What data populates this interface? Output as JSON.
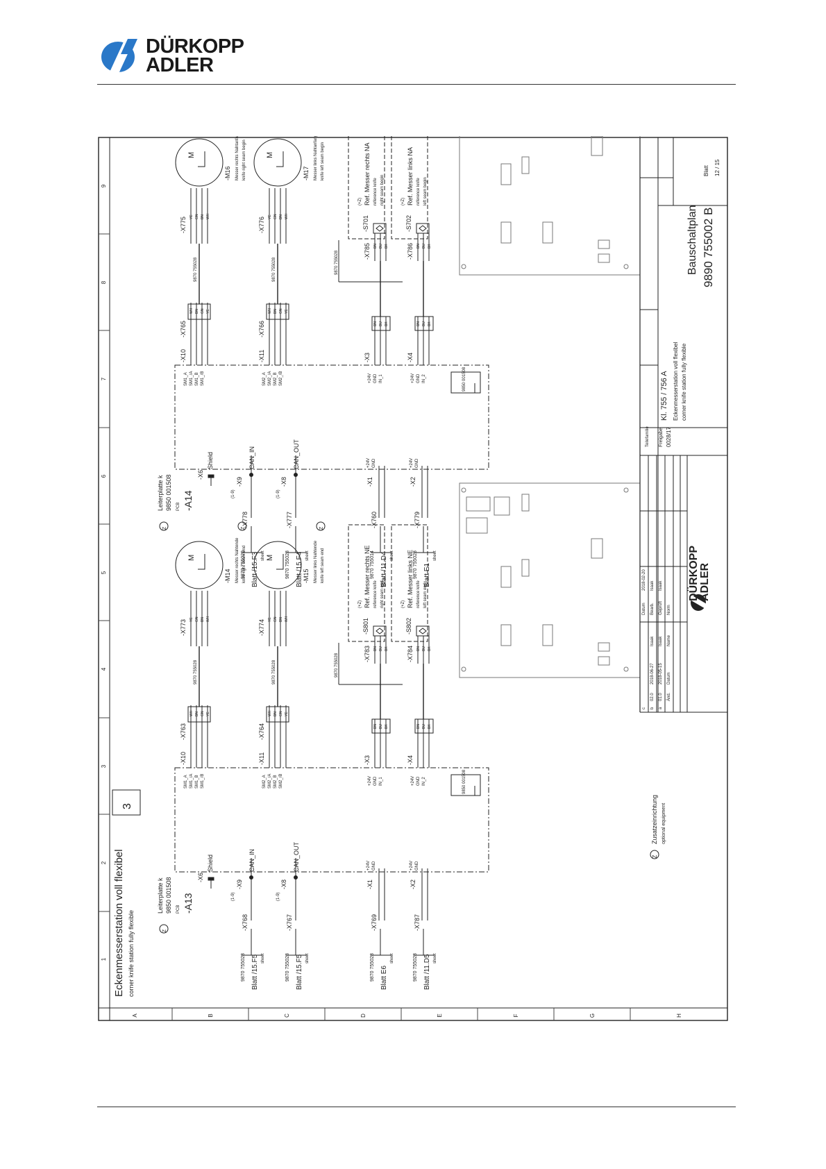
{
  "brand": {
    "line1": "DÜRKOPP",
    "line2": "ADLER",
    "color": "#2a78c8"
  },
  "drawing": {
    "title_de": "Eckenmesserstation voll flexibel",
    "title_en": "corner knife station fully flexible",
    "section_number": "3",
    "col_labels": [
      "1",
      "2",
      "3",
      "4",
      "5",
      "6",
      "7",
      "8",
      "9"
    ],
    "row_labels": [
      "A",
      "B",
      "C",
      "D",
      "E",
      "F",
      "G",
      "H"
    ],
    "boards": [
      {
        "name": "-A13",
        "pcb": "PCB",
        "type": "Leiterplatte k",
        "part": "9850 001508",
        "plug_part": "9850 001508"
      },
      {
        "name": "-A14",
        "pcb": "PCB",
        "type": "Leiterplatte k",
        "part": "9850 001508",
        "plug_part": "9850 001508"
      }
    ],
    "motors": [
      {
        "id": "-M14",
        "desc_de": "Messer rechts Nahtende",
        "desc_en": "knife right seam end",
        "cable": "-X773",
        "conn": "-X763",
        "pcb_conn": "-X10",
        "signals": [
          "SM1_A",
          "SM1_/A",
          "SM1_B",
          "SM1_/B"
        ]
      },
      {
        "id": "-M15",
        "desc_de": "Messer links Nahtende",
        "desc_en": "knife left seam end",
        "cable": "-X774",
        "conn": "-X764",
        "pcb_conn": "-X11",
        "signals": [
          "SM2_A",
          "SM2_/A",
          "SM2_B",
          "SM2_/B"
        ]
      },
      {
        "id": "-M16",
        "desc_de": "Messer rechts Nahtanfang",
        "desc_en": "knife right seam begin",
        "cable": "-X775",
        "conn": "-X765",
        "pcb_conn": "-X10",
        "signals": [
          "SM1_A",
          "SM1_/A",
          "SM1_B",
          "SM1_/B"
        ]
      },
      {
        "id": "-M17",
        "desc_de": "Messer links Nahtanfang",
        "desc_en": "knife left seam begin",
        "cable": "-X776",
        "conn": "-X766",
        "pcb_conn": "-X11",
        "signals": [
          "SM2_A",
          "SM2_/A",
          "SM2_B",
          "SM2_/B"
        ]
      }
    ],
    "wire_colors": [
      "YE",
      "GN",
      "BN",
      "WH"
    ],
    "cable_part": "9870 755028",
    "sensors": [
      {
        "id": "-S801",
        "ref": "Ref. Messer rechts NE",
        "desc1": "reference knife",
        "desc2": "right seam end",
        "conn": "-X783",
        "pcb_conn": "-X3",
        "signals": [
          "+24V",
          "GND",
          "IN_1"
        ],
        "wires": [
          "BN",
          "BU",
          "BK"
        ]
      },
      {
        "id": "-S802",
        "ref": "Ref. Messer links NE",
        "desc1": "reference knife",
        "desc2": "left seam end",
        "conn": "-X784",
        "pcb_conn": "-X4",
        "signals": [
          "+24V",
          "GND",
          "IN_2"
        ],
        "wires": [
          "BN",
          "BU",
          "BK"
        ]
      },
      {
        "id": "-S701",
        "ref": "Ref. Messer rechts NA",
        "desc1": "reference knife",
        "desc2": "right seam begin",
        "conn": "-X785",
        "pcb_conn": "-X3",
        "signals": [
          "+24V",
          "GND",
          "IN_1"
        ],
        "wires": [
          "BN",
          "BU",
          "BK"
        ]
      },
      {
        "id": "-S702",
        "ref": "Ref. Messer links NA",
        "desc1": "reference knife",
        "desc2": "left seam begin",
        "conn": "-X786",
        "pcb_conn": "-X4",
        "signals": [
          "+24V",
          "GND",
          "IN_2"
        ],
        "wires": [
          "BN",
          "BU",
          "BK"
        ]
      }
    ],
    "sensor_tag": "(+Z)",
    "left_signals": {
      "shield": "Shield",
      "x6": "-X6",
      "x9": "-X9",
      "x8": "-X8",
      "can_in": "CAN_IN",
      "can_out": "CAN_OUT",
      "x1": "-X1",
      "x2": "-X2",
      "pin_label": "(1-9)",
      "sup": "+24V",
      "gnd": "GND",
      "sheet": "sheet"
    },
    "refs_a13": [
      {
        "conn": "-X768",
        "blatt": "Blatt /15.F5",
        "cable": "9870 755028"
      },
      {
        "conn": "-X767",
        "blatt": "Blatt /15.F5",
        "cable": "9870 755028"
      },
      {
        "conn": "-X769",
        "blatt": "Blatt E6",
        "cable": "9870 755028"
      },
      {
        "conn": "-X787",
        "blatt": "Blatt /11.D5",
        "cable": "9870 755028"
      }
    ],
    "refs_a14": [
      {
        "conn": "-X778",
        "blatt": "Blatt /15.F3",
        "cable": "9870 755020"
      },
      {
        "conn": "-X777",
        "blatt": "Blatt /15.F4",
        "cable": "9870 755028"
      },
      {
        "conn": "-X760",
        "blatt": "Blatt /11.D4",
        "cable": "9870 755014"
      },
      {
        "conn": "-X779",
        "blatt": "Blatt E1",
        "cable": "9870 755028"
      }
    ],
    "legend": {
      "symbol": "Z",
      "de": "Zusatzeinrichtung",
      "en": "optional equipment"
    },
    "title_block": {
      "rev_rows": [
        {
          "idx": "c",
          "rev": "",
          "date": "",
          "name": ""
        },
        {
          "idx": "b",
          "rev": "02.0",
          "date": "2018-06-27",
          "name": "Isaak"
        },
        {
          "idx": "a",
          "rev": "01.0",
          "date": "2018-05-15",
          "name": "Isaak"
        }
      ],
      "rev_header": {
        "idx": "",
        "rev": "Änd.",
        "date": "Datum",
        "name": "Name"
      },
      "datum_label": "Datum",
      "datum": "2018-02-20",
      "bearb_label": "Bearb.",
      "bearb": "Isaak",
      "gepr_label": "Geprüft",
      "gepr": "Isaak",
      "norm_label": "Norm",
      "teilefamilie": "Teilefamilie",
      "freigabe_label": "Freigabe",
      "freigabe": "0028/17",
      "class": "Kl. 755 / 756 A",
      "desc_de": "Eckenmesserstation voll flexibel",
      "desc_en": "corner knife station fully flexible",
      "doc_title": "Bauschaltplan",
      "doc_number": "9890  755002  B",
      "sheet_label": "Blatt",
      "sheet": "12 / 15"
    }
  }
}
